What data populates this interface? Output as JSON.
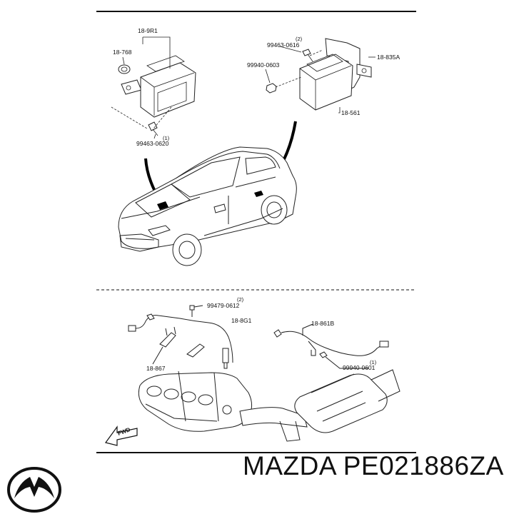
{
  "labels": {
    "l_189r1": "18-9R1",
    "l_18768": "18-768",
    "l_99463_0620": "99463-0620",
    "q_1a": "(1)",
    "l_99463_0616": "99463-0616",
    "q_2a": "(2)",
    "l_99940_0603": "99940-0603",
    "l_18835a": "18-835A",
    "l_18561": "18-561",
    "l_99479_0612": "99479-0612",
    "q_2b": "(2)",
    "l_188g1": "18-8G1",
    "l_18861b": "18-861B",
    "l_18867": "18-867",
    "l_99940_0601": "99940-0601",
    "q_1b": "(1)",
    "fwd": "FWD"
  },
  "footer": {
    "brand": "MAZDA",
    "part_number": "PE021886ZA"
  }
}
